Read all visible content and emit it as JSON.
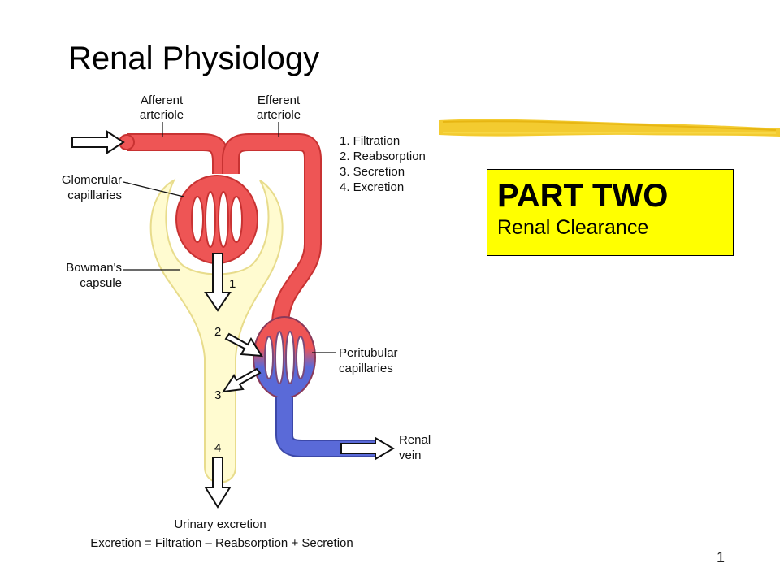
{
  "slide": {
    "title": "Renal Physiology",
    "page_number": "1"
  },
  "part_box": {
    "title": "PART TWO",
    "subtitle": "Renal Clearance",
    "background": "#ffff00"
  },
  "diagram": {
    "labels": {
      "afferent_1": "Afferent",
      "afferent_2": "arteriole",
      "efferent_1": "Efferent",
      "efferent_2": "arteriole",
      "glomerular_1": "Glomerular",
      "glomerular_2": "capillaries",
      "bowman_1": "Bowman's",
      "bowman_2": "capsule",
      "peritubular_1": "Peritubular",
      "peritubular_2": "capillaries",
      "renal_1": "Renal",
      "renal_2": "vein",
      "urinary": "Urinary excretion",
      "equation": "Excretion = Filtration – Reabsorption + Secretion"
    },
    "processes": [
      "1. Filtration",
      "2. Reabsorption",
      "3. Secretion",
      "4. Excretion"
    ],
    "step_numbers": [
      "1",
      "2",
      "3",
      "4"
    ],
    "colors": {
      "artery_red": "#ee5555",
      "artery_outline": "#c83232",
      "vein_blue": "#5a6ad8",
      "tubule_yellow": "#fffbd0",
      "highlighter": "#f2c51a"
    }
  }
}
